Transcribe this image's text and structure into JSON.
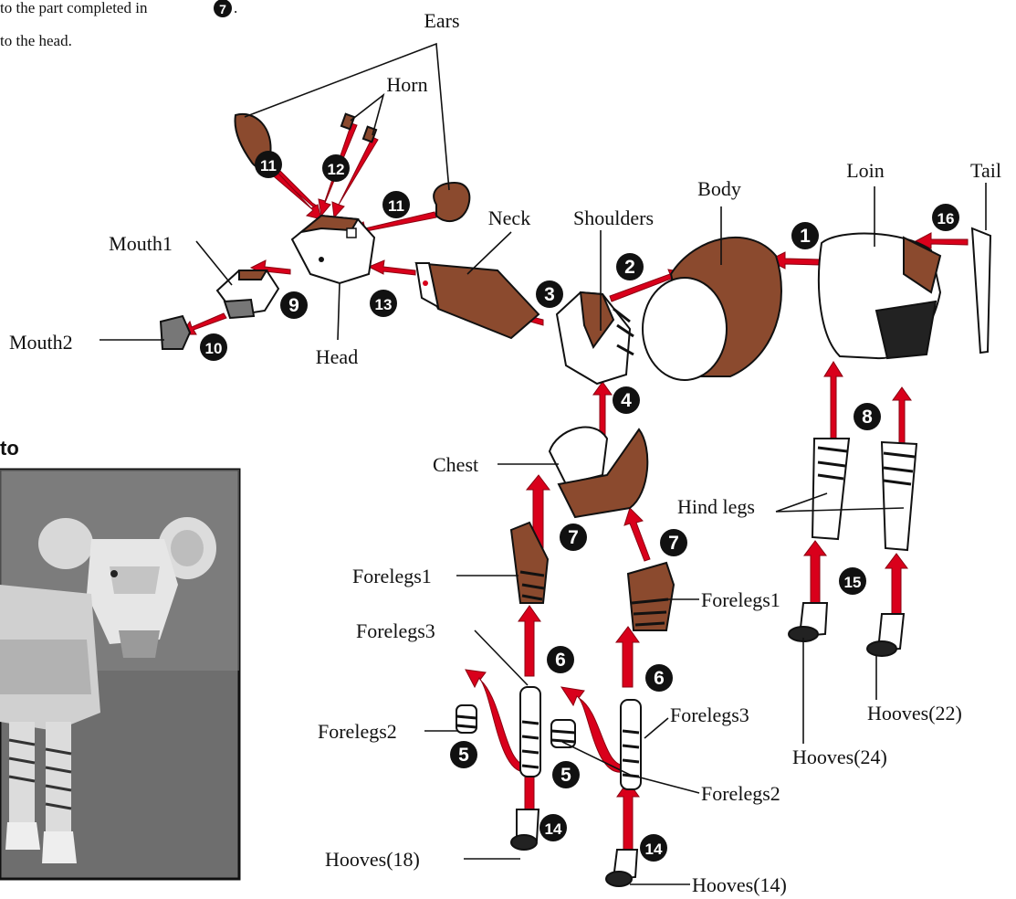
{
  "instructions": {
    "line1": "to the part completed in",
    "line1_step": "7",
    "line1_end": ".",
    "line2": "to the head."
  },
  "photo": {
    "heading": "to"
  },
  "labels": {
    "ears": "Ears",
    "horn": "Horn",
    "mouth1": "Mouth1",
    "mouth2": "Mouth2",
    "head": "Head",
    "neck": "Neck",
    "shoulders": "Shoulders",
    "body": "Body",
    "loin": "Loin",
    "tail": "Tail",
    "chest": "Chest",
    "hind_legs": "Hind legs",
    "forelegs1_left": "Forelegs1",
    "forelegs1_right": "Forelegs1",
    "forelegs3_left": "Forelegs3",
    "forelegs3_right": "Forelegs3",
    "forelegs2_left": "Forelegs2",
    "forelegs2_right": "Forelegs2",
    "hooves_18": "Hooves(18)",
    "hooves_14": "Hooves(14)",
    "hooves_24": "Hooves(24)",
    "hooves_22": "Hooves(22)"
  },
  "steps": {
    "s1": "1",
    "s2": "2",
    "s3": "3",
    "s4": "4",
    "s5a": "5",
    "s5b": "5",
    "s6a": "6",
    "s6b": "6",
    "s7a": "7",
    "s7b": "7",
    "s8": "8",
    "s9": "9",
    "s10": "10",
    "s11a": "11",
    "s11b": "11",
    "s12": "12",
    "s13": "13",
    "s14a": "14",
    "s14b": "14",
    "s15": "15",
    "s16": "16"
  },
  "colors": {
    "arrow": "#d9001b",
    "brown": "#8b4a2e",
    "badge": "#111111"
  }
}
